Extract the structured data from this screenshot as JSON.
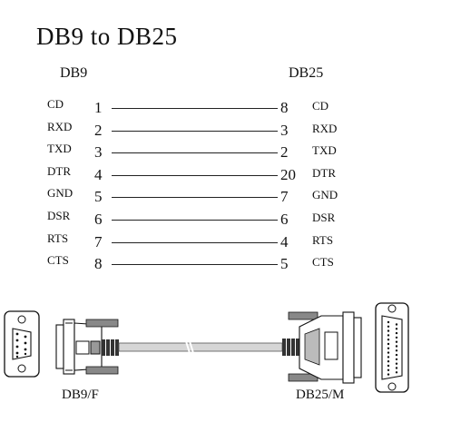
{
  "title": "DB9 to DB25",
  "left_header": "DB9",
  "right_header": "DB25",
  "rows": [
    {
      "left_signal": "CD",
      "left_pin": "1",
      "right_pin": "8",
      "right_signal": "CD"
    },
    {
      "left_signal": "RXD",
      "left_pin": "2",
      "right_pin": "3",
      "right_signal": "RXD"
    },
    {
      "left_signal": "TXD",
      "left_pin": "3",
      "right_pin": "2",
      "right_signal": "TXD"
    },
    {
      "left_signal": "DTR",
      "left_pin": "4",
      "right_pin": "20",
      "right_signal": "DTR"
    },
    {
      "left_signal": "GND",
      "left_pin": "5",
      "right_pin": "7",
      "right_signal": "GND"
    },
    {
      "left_signal": "DSR",
      "left_pin": "6",
      "right_pin": "6",
      "right_signal": "DSR"
    },
    {
      "left_signal": "RTS",
      "left_pin": "7",
      "right_pin": "4",
      "right_signal": "RTS"
    },
    {
      "left_signal": "CTS",
      "left_pin": "8",
      "right_pin": "5",
      "right_signal": "CTS"
    }
  ],
  "left_connector_label": "DB9/F",
  "right_connector_label": "DB25/M",
  "colors": {
    "ink": "#111111",
    "wire": "#222222",
    "cable": "#cfcfcf",
    "background": "#ffffff"
  }
}
